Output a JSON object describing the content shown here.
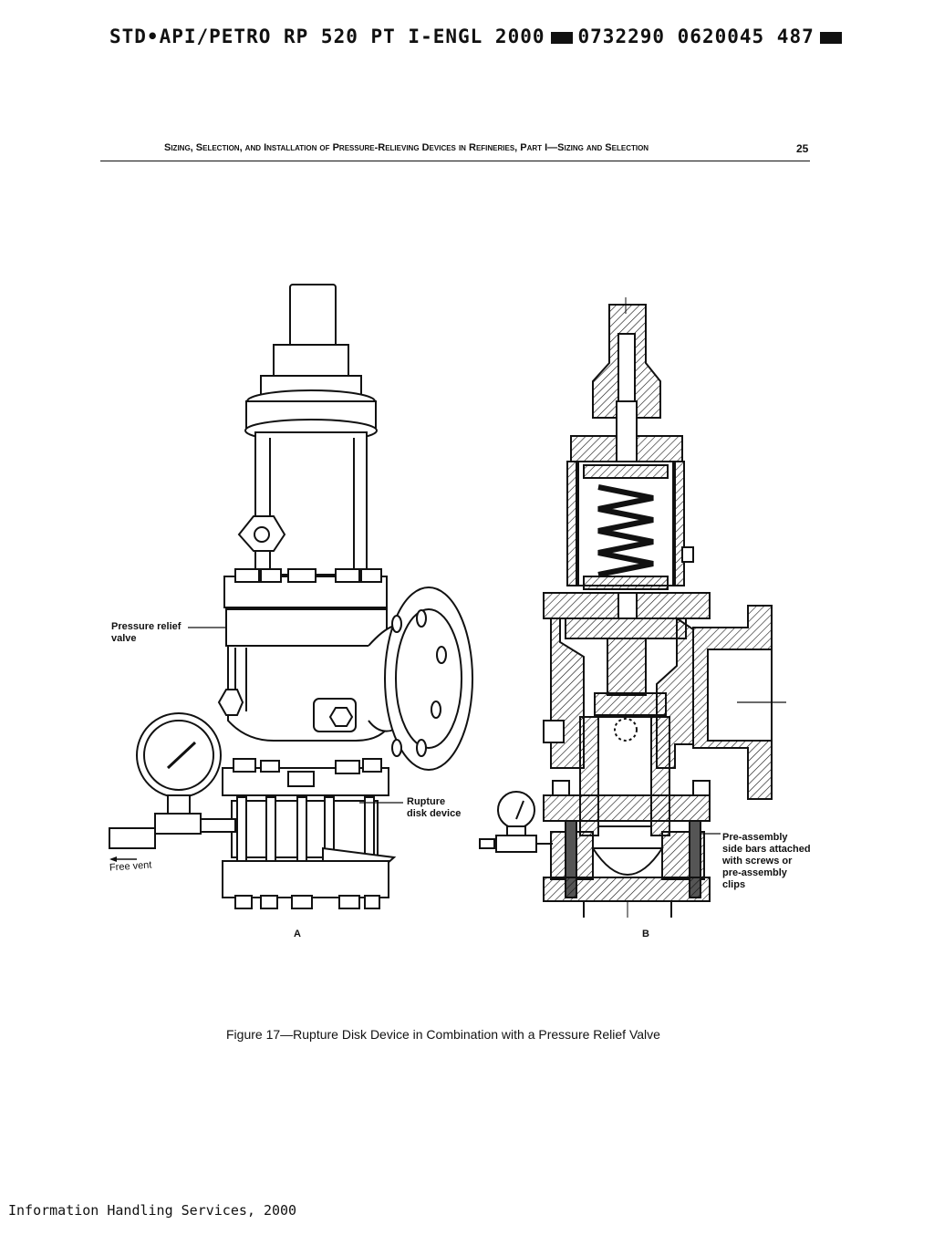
{
  "stamp": {
    "left_text": "STD•API/PETRO RP 520 PT I-ENGL 2000",
    "middle_text": "0732290 0620045 487"
  },
  "header": {
    "running_title": "Sizing, Selection, and Installation of Pressure-Relieving Devices in Refineries, Part I—Sizing and Selection",
    "page_number": "25"
  },
  "figure": {
    "labels": {
      "pressure_relief_valve": "Pressure relief\nvalve",
      "rupture_disk_device": "Rupture\ndisk device",
      "free_vent": "Free vent",
      "pre_assembly": "Pre-assembly\nside bars attached\nwith screws or\npre-assembly\nclips",
      "panel_a": "A",
      "panel_b": "B"
    },
    "caption": "Figure 17—Rupture Disk Device in Combination with a Pressure Relief Valve"
  },
  "footer": {
    "text": "Information Handling Services, 2000"
  }
}
